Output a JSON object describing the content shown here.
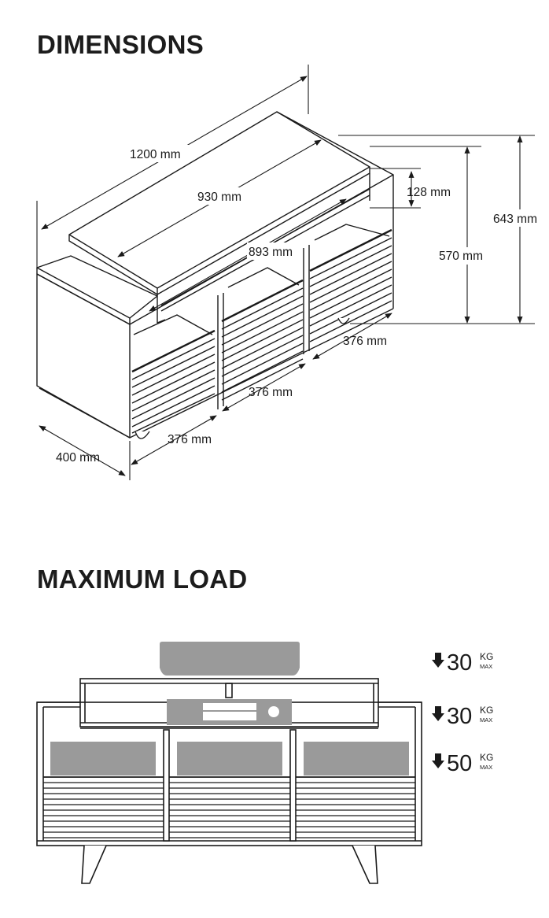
{
  "sections": {
    "dimensions_title": "DIMENSIONS",
    "max_load_title": "MAXIMUM LOAD"
  },
  "dimensions": {
    "total_width": "1200 mm",
    "top_width": "930 mm",
    "inner_width": "893 mm",
    "shelf_height": "128 mm",
    "body_height": "570 mm",
    "total_height": "643 mm",
    "compartment_back": "376 mm",
    "compartment_middle": "376 mm",
    "compartment_front": "376 mm",
    "depth": "400 mm"
  },
  "loads": [
    {
      "value": "30",
      "unit": "KG",
      "qualifier": "MAX"
    },
    {
      "value": "30",
      "unit": "KG",
      "qualifier": "MAX"
    },
    {
      "value": "50",
      "unit": "KG",
      "qualifier": "MAX"
    }
  ],
  "colors": {
    "line": "#1a1a1a",
    "fill_grey": "#9a9a9a",
    "background": "#ffffff"
  }
}
